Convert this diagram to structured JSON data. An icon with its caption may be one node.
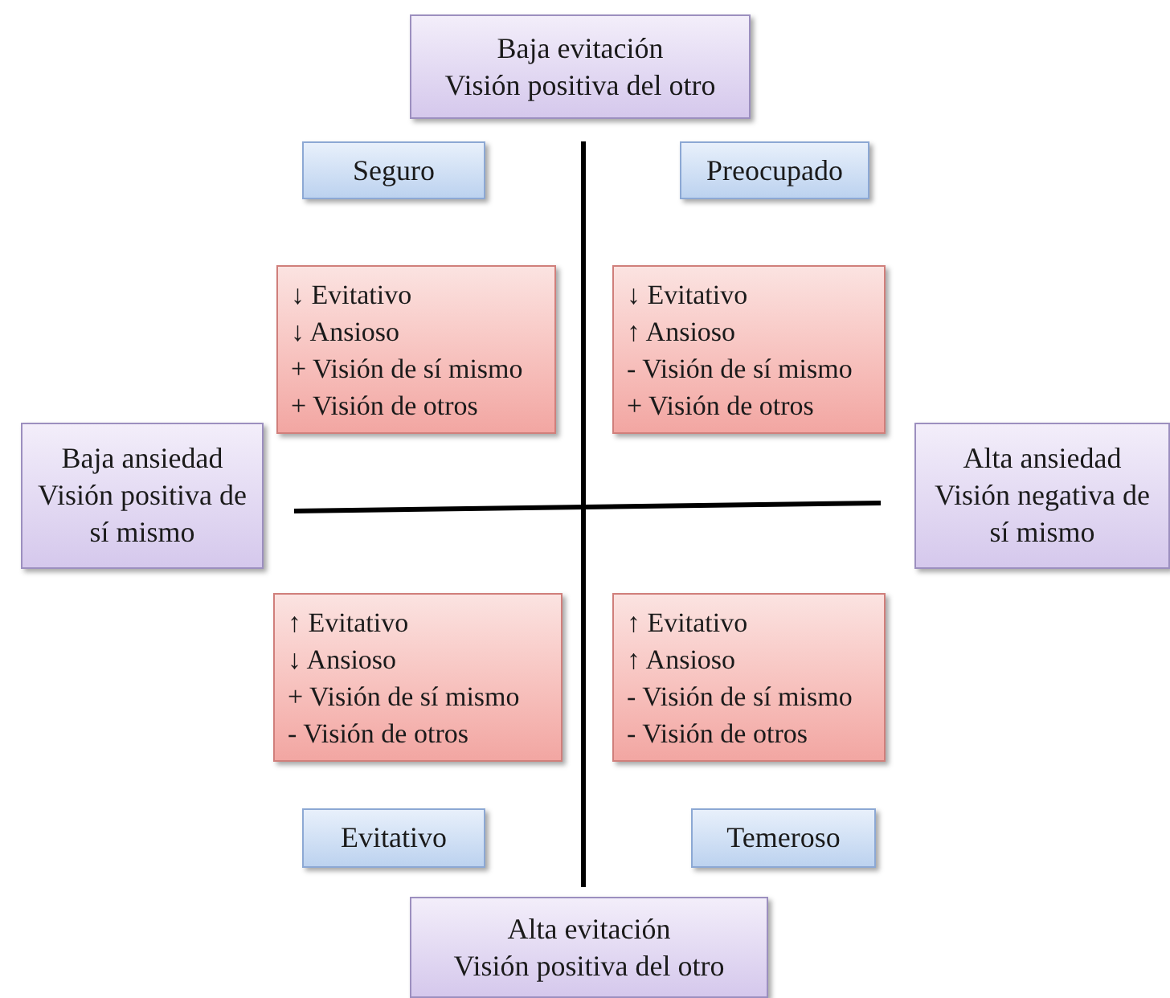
{
  "diagram": {
    "nodes": [
      {
        "text": [
          "Baja evitación",
          "Visión positiva del otro"
        ]
      },
      {
        "text": [
          "Seguro"
        ]
      },
      {
        "text": [
          "Preocupado"
        ]
      },
      {
        "text": [
          "↓ Evitativo",
          "↓ Ansioso",
          "+ Visión de sí mismo",
          "+ Visión de otros"
        ]
      },
      {
        "text": [
          "↓ Evitativo",
          "↑ Ansioso",
          "- Visión de sí mismo",
          "+ Visión de otros"
        ]
      },
      {
        "text": [
          "Baja ansiedad",
          "Visión positiva de sí mismo"
        ]
      },
      {
        "text": [
          "Alta ansiedad",
          "Visión negativa de sí mismo"
        ]
      },
      {
        "text": [
          "↑ Evitativo",
          "↓ Ansioso",
          "+ Visión de sí mismo",
          "- Visión de otros"
        ]
      },
      {
        "text": [
          "↑ Evitativo",
          "↑ Ansioso",
          "- Visión de sí mismo",
          "- Visión de otros"
        ]
      },
      {
        "text": [
          "Evitativo"
        ]
      },
      {
        "text": [
          "Temeroso"
        ]
      },
      {
        "text": [
          "Alta evitación",
          "Visión positiva del otro"
        ]
      }
    ]
  }
}
